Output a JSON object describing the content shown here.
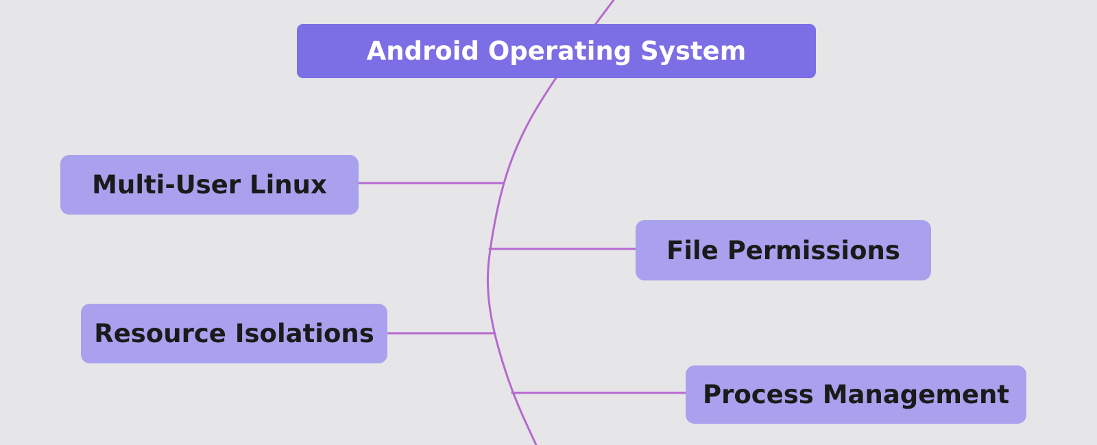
{
  "app": {
    "type": "mindmap-canvas"
  },
  "colors": {
    "canvas_background": "#e6e5e7",
    "root_fill": "#7c6ee4",
    "root_text": "#ffffff",
    "child_fill": "#a9a1ed",
    "child_text": "#1a1a1a",
    "connector": "#b569cf"
  },
  "mindmap": {
    "root": {
      "label": "Android Operating System"
    },
    "children": [
      {
        "label": "Multi-User Linux"
      },
      {
        "label": "File Permissions"
      },
      {
        "label": "Resource Isolations"
      },
      {
        "label": "Process Management"
      }
    ]
  }
}
